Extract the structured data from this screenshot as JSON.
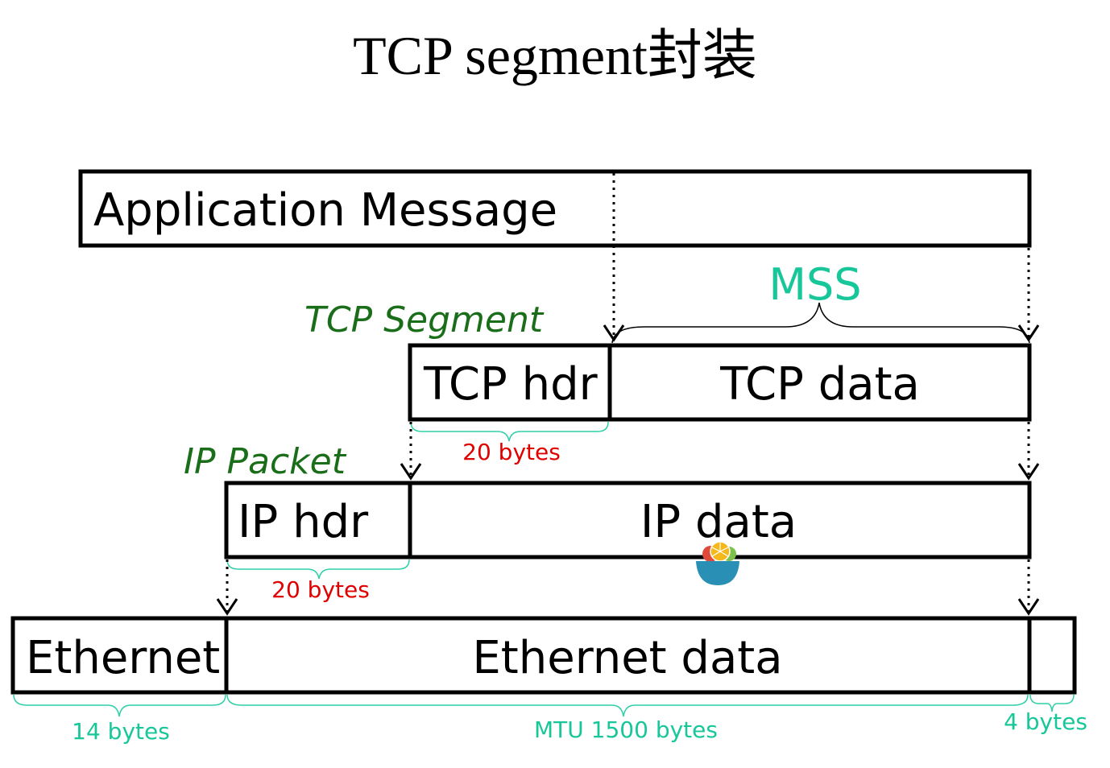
{
  "title": "TCP segment封装",
  "colors": {
    "label_green": "#1a6e1a",
    "accent_teal": "#17c79a",
    "size_red": "#e00000",
    "brace_teal": "#2fcfa8",
    "bowl_blue": "#2a8fb5",
    "bowl_orange": "#f5b81c",
    "bowl_red": "#e04a3a",
    "bowl_green": "#7cc24a"
  },
  "boxes": {
    "application_message": "Application Message",
    "tcp_hdr": "TCP hdr",
    "tcp_data": "TCP data",
    "ip_hdr": "IP hdr",
    "ip_data": "IP data",
    "ethernet_hdr": "Ethernet",
    "ethernet_data": "Ethernet data"
  },
  "labels": {
    "tcp_segment": "TCP Segment",
    "ip_packet": "IP Packet",
    "mss": "MSS"
  },
  "sizes": {
    "tcp_hdr_size": "20 bytes",
    "ip_hdr_size": "20 bytes",
    "ethernet_hdr_size": "14 bytes",
    "mtu_size": "MTU 1500 bytes",
    "trailer_size": "4 bytes"
  },
  "icons": {
    "watermark": "fruit-bowl-icon"
  }
}
